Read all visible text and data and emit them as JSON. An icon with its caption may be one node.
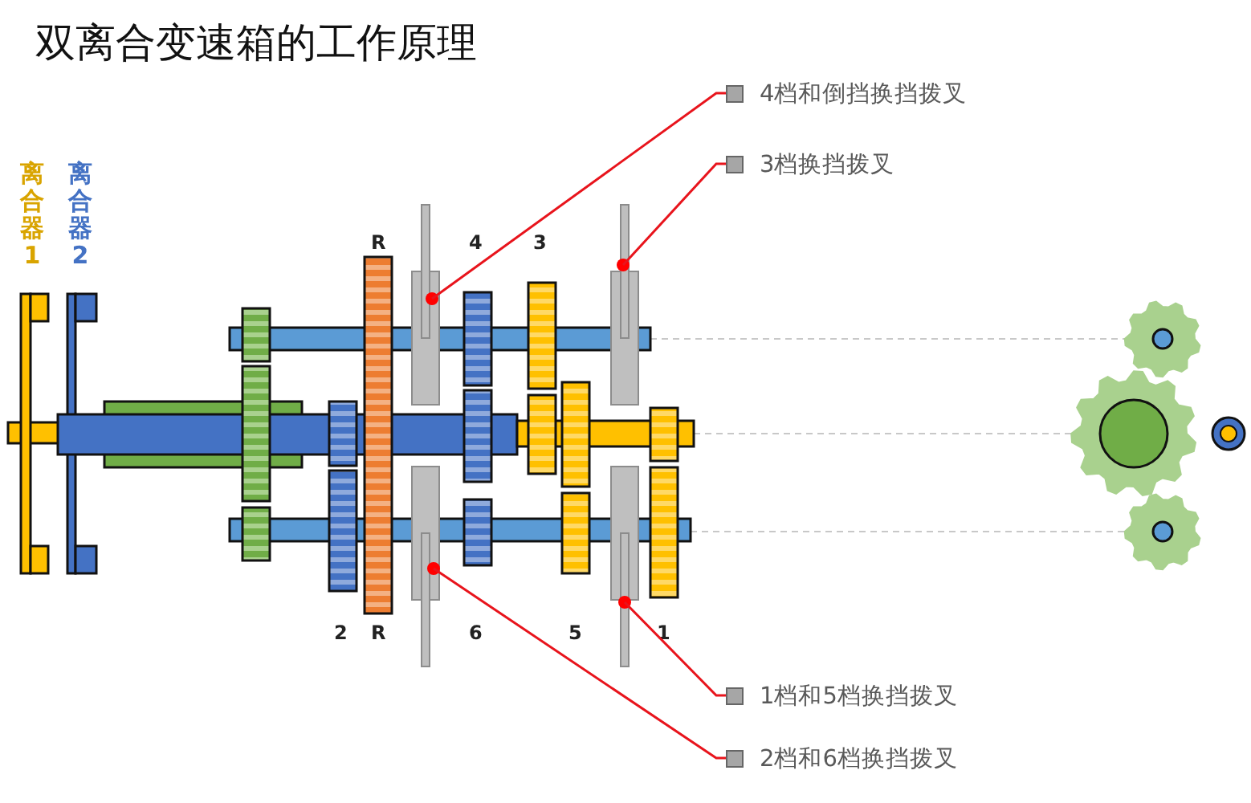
{
  "diagram": {
    "title": "双离合变速箱的工作原理",
    "nodes": [
      {
        "text": [
          "4档和倒挡换挡拨叉"
        ]
      },
      {
        "text": [
          "3档换挡拨叉"
        ]
      },
      {
        "text": [
          "1档和5档换挡拨叉"
        ]
      },
      {
        "text": [
          "2档和6档换挡拨叉"
        ]
      },
      {
        "text": [],
        "shape": "box"
      },
      {
        "text": [],
        "shape": "box"
      },
      {
        "text": [],
        "shape": "box"
      },
      {
        "text": [],
        "shape": "box"
      }
    ],
    "edges": [
      {
        "from": 0,
        "to": 4,
        "arrow": "none",
        "color": "#e8141c"
      },
      {
        "from": 1,
        "to": 5,
        "arrow": "none",
        "color": "#e8141c"
      },
      {
        "from": 2,
        "to": 7,
        "arrow": "none",
        "color": "#e8141c"
      },
      {
        "from": 3,
        "to": 6,
        "arrow": "none",
        "color": "#e8141c"
      }
    ],
    "labels": [
      "离合器1",
      "离合器2",
      "R",
      "4",
      "3",
      "2",
      "R",
      "6",
      "5",
      "1"
    ]
  }
}
